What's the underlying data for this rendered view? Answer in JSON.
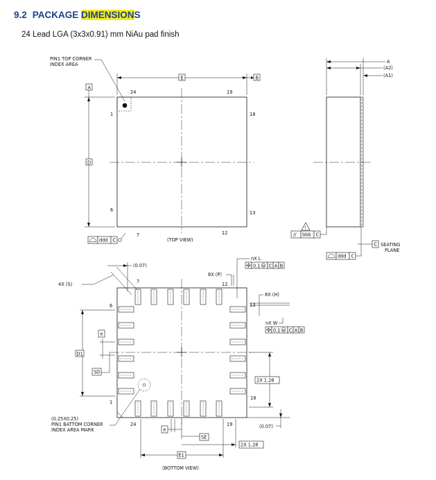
{
  "section": {
    "number": "9.2",
    "title_plain": "PACKAGE ",
    "title_highlight": "DIMENSION",
    "title_end": "S"
  },
  "subtitle": "24 Lead LGA (3x3x0.91) mm NiAu pad finish",
  "top_view": {
    "pin1_note_line1": "PIN1 TOP CORNER",
    "pin1_note_line2": "INDEX AREA",
    "datum_a": "A",
    "datum_b": "B",
    "dim_e": "E",
    "dim_d": "D",
    "pins": {
      "p24": "24",
      "p19": "19",
      "p1": "1",
      "p18": "18",
      "p6": "6",
      "p13": "13",
      "p7": "7",
      "p12": "12"
    },
    "tol_symbol": "⌓",
    "tol_value": "ddd",
    "tol_datum": "C",
    "caption": "(TOP VIEW)"
  },
  "side_view": {
    "dim_a": "A",
    "dim_a2": "(A2)",
    "dim_a1": "(A1)",
    "tol_symbol": "//",
    "tol_value": "bbb",
    "tol_datum": "C",
    "flat_value": "ddd",
    "flat_datum": "C",
    "datum_c": "C",
    "seating_line1": "SEATING",
    "seating_line2": "PLANE",
    "warning": "!"
  },
  "bottom_view": {
    "dim_007_top": "(0.07)",
    "dim_4xs": "4X (S)",
    "dim_8xp": "8X (P)",
    "dim_nxl": "nX  L",
    "fcf1": {
      "tol": "0.1",
      "mod": "M",
      "d1": "C",
      "d2": "A",
      "d3": "B"
    },
    "dim_8xh": "8X (H)",
    "dim_nxw": "nX  W",
    "fcf2": {
      "tol": "0.1",
      "mod": "M",
      "d1": "C",
      "d2": "A",
      "d3": "B"
    },
    "dim_e_small": "e",
    "dim_d1": "D1",
    "dim_sd": "SD",
    "dim_2x128_v": "2X 1.28",
    "dim_2x128_h": "2X 1.28",
    "dim_025": "(0.25X0.25)",
    "pin1_note_line1": "PIN1 BATTOM CORNER",
    "pin1_note_line2": "INDEX AREA MARK",
    "dim_007_bottom": "(0.07)",
    "dim_se": "SE",
    "dim_e1": "E1",
    "pins": {
      "p7": "7",
      "p12": "12",
      "p6": "6",
      "p13": "13",
      "p1": "1",
      "p18": "18",
      "p24": "24",
      "p19": "19"
    },
    "caption": "(BOTTOM VIEW)"
  }
}
